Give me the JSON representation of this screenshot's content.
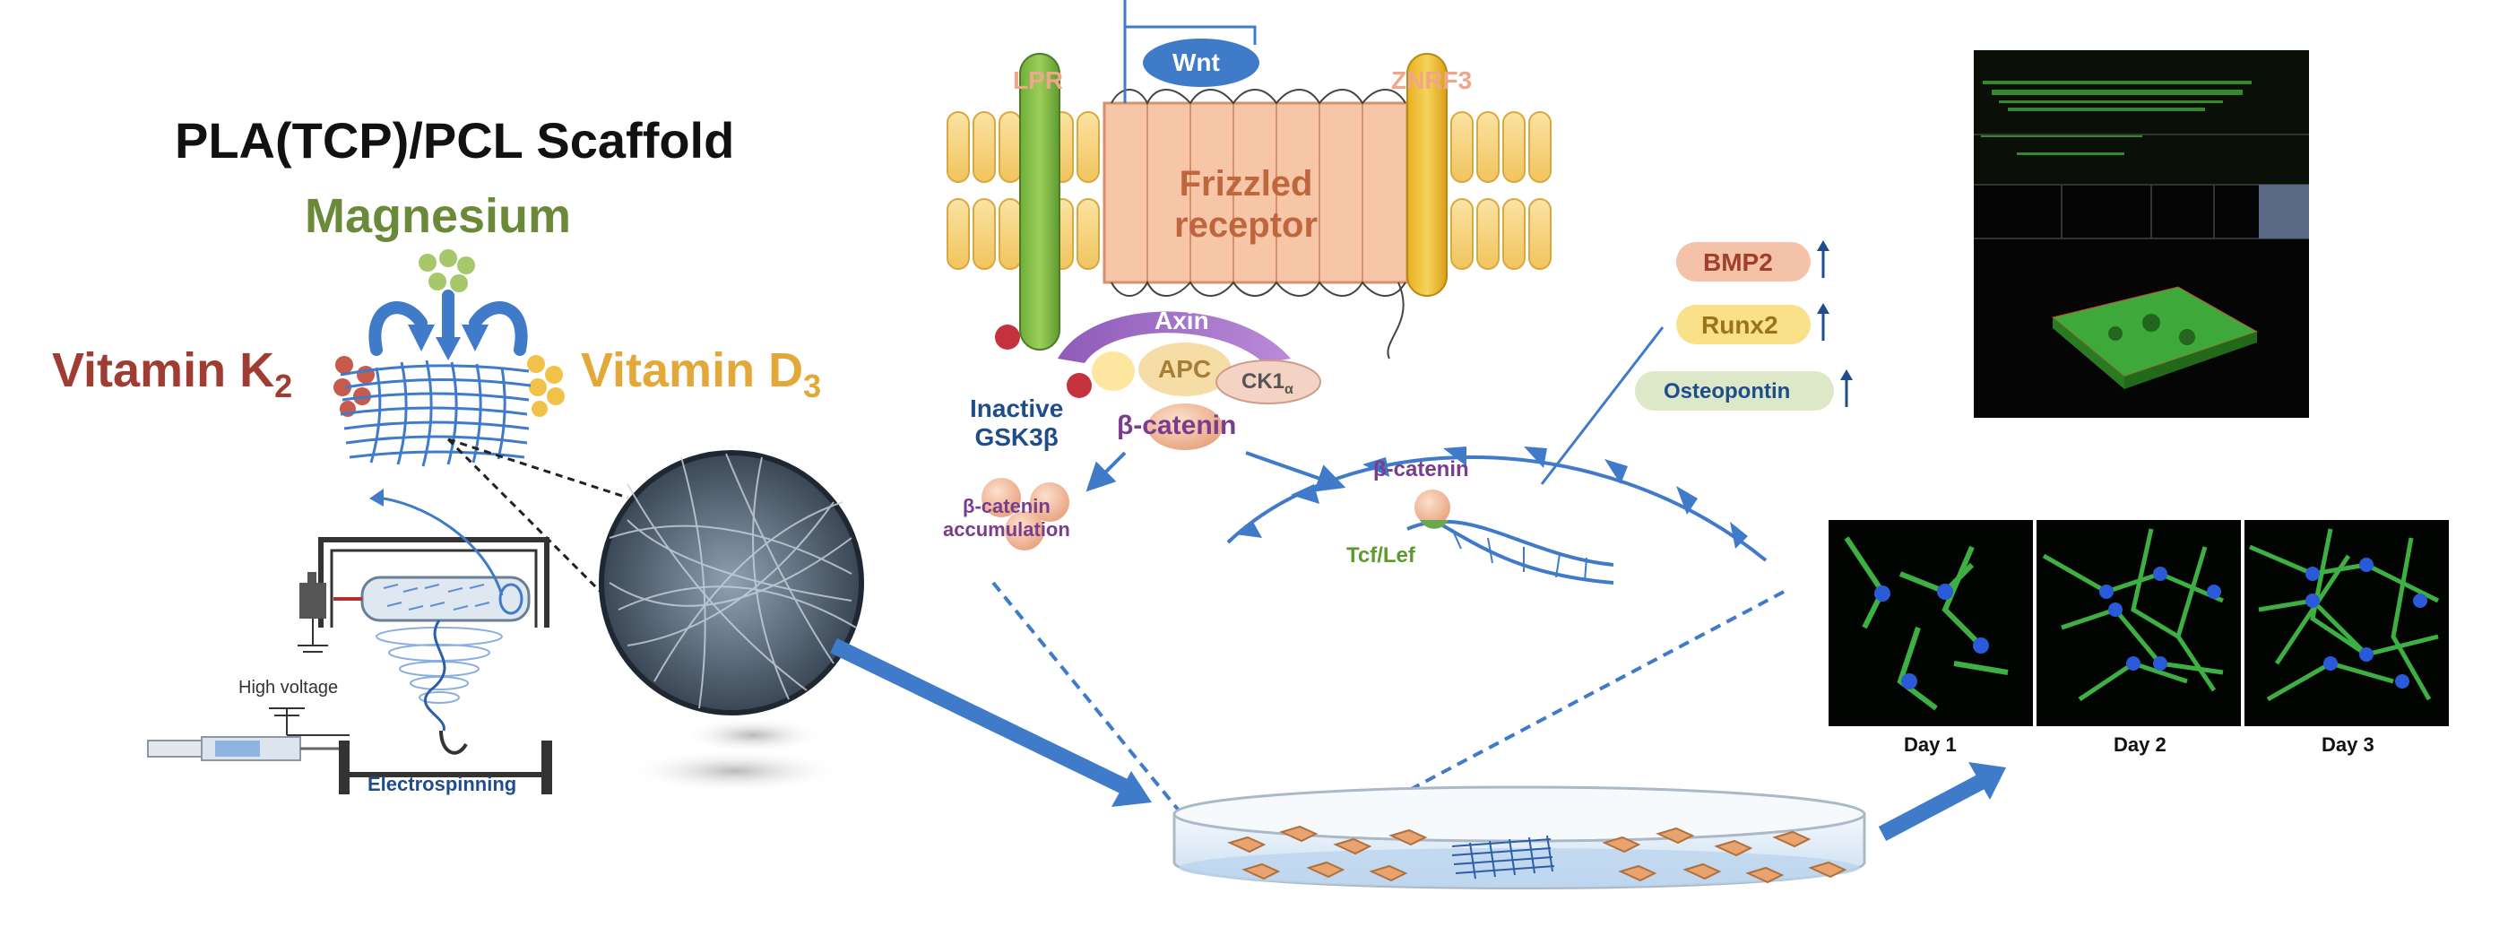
{
  "scaffold": {
    "title": "PLA(TCP)/PCL Scaffold",
    "magnesium": "Magnesium",
    "vitamin_k": "Vitamin K",
    "vitamin_k_sub": "2",
    "vitamin_d": "Vitamin D",
    "vitamin_d_sub": "3"
  },
  "electrospinning": {
    "high_voltage": "High voltage",
    "label": "Electrospinning"
  },
  "pathway": {
    "wnt": "Wnt",
    "lpr": "LPR",
    "znrf3": "ZNRF3",
    "frizzled": [
      "Frizzled",
      "receptor"
    ],
    "axin": "Axin",
    "apc": "APC",
    "ck1": "CK1",
    "ck1_sub": "α",
    "inactive": [
      "Inactive",
      "GSK3β"
    ],
    "beta_catenin": "β-catenin",
    "accumulation": [
      "β-catenin",
      "accumulation"
    ],
    "nuclear_beta_catenin": "β-catenin",
    "tcf_lef": "Tcf/Lef"
  },
  "genes": [
    {
      "label": "BMP2",
      "color": "#f4c2a8"
    },
    {
      "label": "Runx2",
      "color": "#fbe08a"
    },
    {
      "label": "Osteopontin",
      "color": "#dce8c8"
    }
  ],
  "microscopy": {
    "days": [
      "Day 1",
      "Day 2",
      "Day 3"
    ]
  },
  "colors": {
    "magnesium": "#6a8a3a",
    "vitamin_k": "#a03d32",
    "vitamin_d": "#e2a93a",
    "arrow_blue": "#3f7bc9",
    "pathway_blue": "#1f4d8c"
  }
}
